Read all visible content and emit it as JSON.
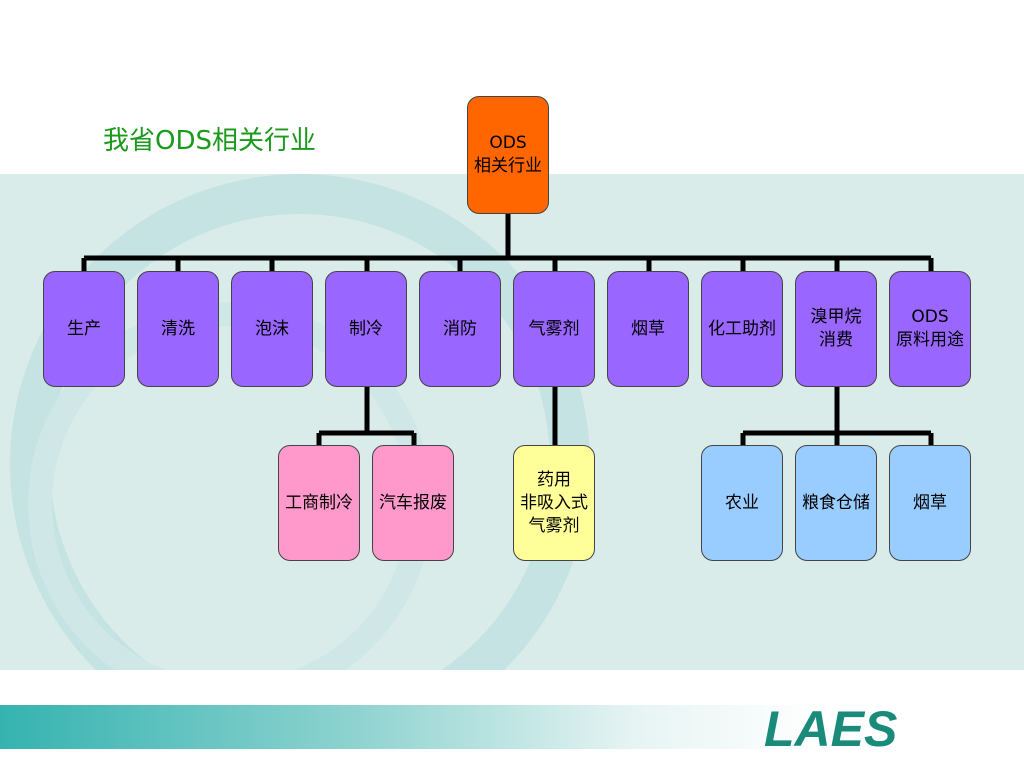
{
  "slide_title": "我省ODS相关行业",
  "logo_text": "LAES",
  "root": "ODS\n相关行业",
  "categories": [
    "生产",
    "清洗",
    "泡沫",
    "制冷",
    "消防",
    "气雾剂",
    "烟草",
    "化工助剂",
    "溴甲烷\n消费",
    "ODS\n原料用途"
  ],
  "subgroups": {
    "refrigeration": [
      "工商制冷",
      "汽车报废"
    ],
    "aerosol": [
      "药用\n非吸入式\n气雾剂"
    ],
    "methyl_bromide": [
      "农业",
      "粮食仓储",
      "烟草"
    ]
  },
  "colors": {
    "root": "#ff6600",
    "category": "#9966ff",
    "refrigeration": "#ff99cc",
    "aerosol": "#ffff99",
    "methyl_bromide": "#99ccff",
    "title": "#1a9a1a"
  }
}
